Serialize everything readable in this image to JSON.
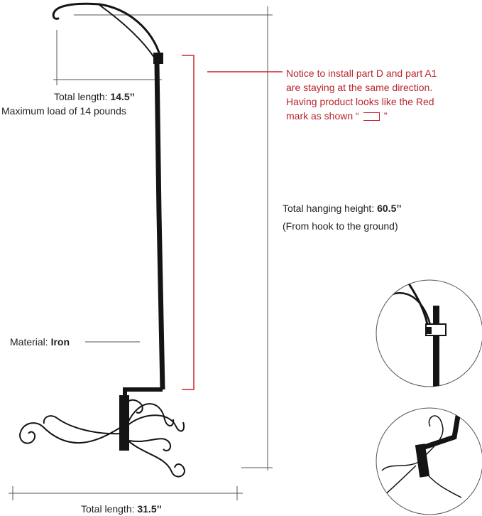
{
  "labels": {
    "top_length_prefix": "Total length: ",
    "top_length_value": "14.5’’",
    "max_load": "Maximum load of 14 pounds",
    "height_prefix": "Total hanging height: ",
    "height_value": "60.5’’",
    "height_note": "(From hook to the ground)",
    "material_prefix": "Material: ",
    "material_value": "Iron",
    "bottom_length_prefix": "Total length: ",
    "bottom_length_value": "31.5’’"
  },
  "notice": {
    "line1": "Notice to install part D and part A1",
    "line2": "are staying at the same direction.",
    "line3": "Having product looks like the Red",
    "line4_start": "mark as shown “",
    "line4_end": "”"
  },
  "colors": {
    "accent_red": "#c8252d",
    "iron": "#141414",
    "dimension_line": "#555555"
  },
  "icons": {
    "product": "shepherd-hook-stand",
    "detail_top": "hook-joint-detail",
    "detail_bottom": "base-joint-detail"
  }
}
